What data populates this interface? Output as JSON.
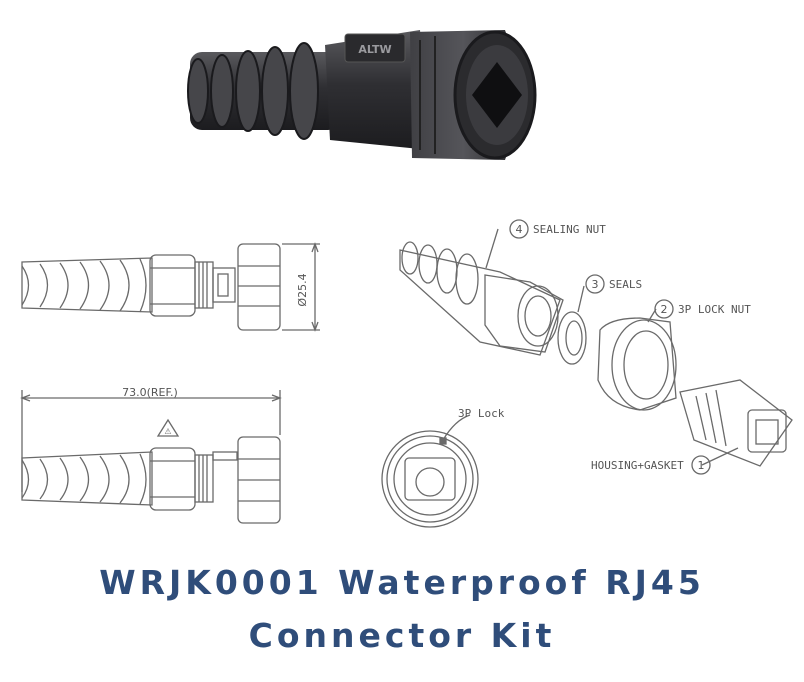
{
  "title": {
    "line1": "WRJK0001 Waterproof RJ45",
    "line2": "Connector Kit"
  },
  "photo": {
    "brand_mark": "ALTW"
  },
  "dimensions": {
    "diameter": "Ø25.4",
    "length": "73.0(REF.)",
    "warning_symbol": "⚠"
  },
  "callouts": [
    {
      "num": "4",
      "text": "SEALING NUT"
    },
    {
      "num": "3",
      "text": "SEALS"
    },
    {
      "num": "2",
      "text": "3P LOCK NUT"
    },
    {
      "num": "1",
      "text": "HOUSING+GASKET"
    }
  ],
  "lock_view": {
    "label": "3P Lock"
  },
  "colors": {
    "title": "#2f4d7a",
    "product_body": "#3a3a3d",
    "line": "#6a6a6a"
  }
}
